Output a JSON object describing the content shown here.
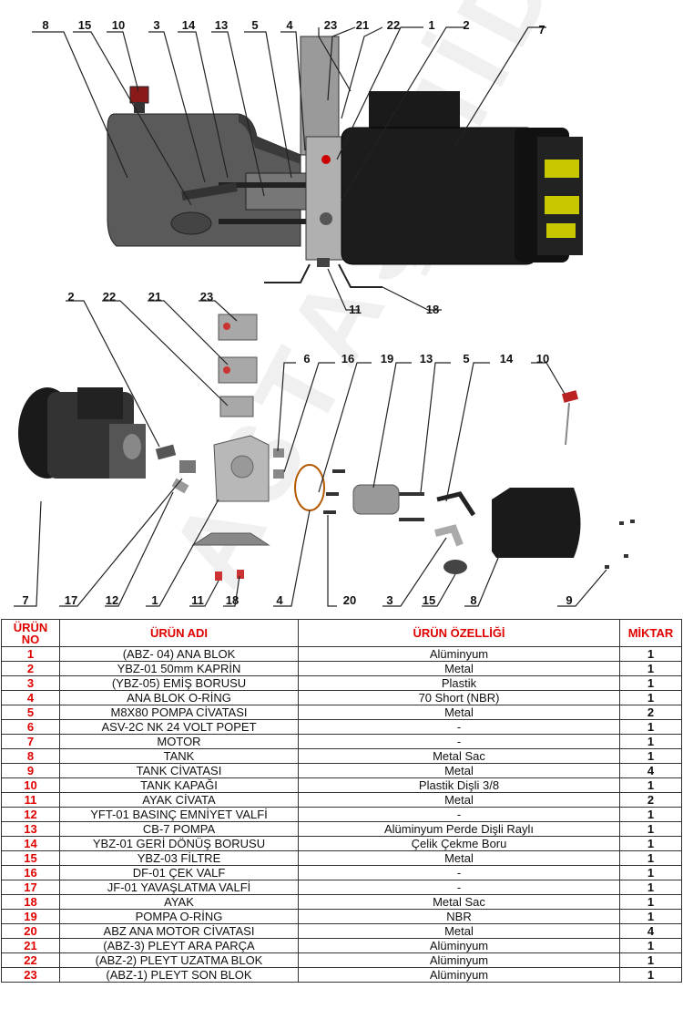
{
  "watermark": "ASTAŞ HİDROLİK",
  "top_callouts": [
    "8",
    "15",
    "10",
    "3",
    "14",
    "13",
    "5",
    "4",
    "23",
    "21",
    "22",
    "1",
    "2",
    "7",
    "11",
    "18"
  ],
  "mid_callouts": [
    "2",
    "22",
    "21",
    "23",
    "6",
    "16",
    "19",
    "13",
    "5",
    "14",
    "10"
  ],
  "bottom_callouts": [
    "7",
    "17",
    "12",
    "1",
    "11",
    "18",
    "4",
    "20",
    "3",
    "15",
    "8",
    "9"
  ],
  "table": {
    "headers": {
      "no": "ÜRÜN\nNO",
      "name": "ÜRÜN ADI",
      "spec": "ÜRÜN ÖZELLİĞİ",
      "qty": "MİKTAR"
    },
    "rows": [
      {
        "no": "1",
        "name": "(ABZ- 04) ANA BLOK",
        "spec": "Alüminyum",
        "qty": "1"
      },
      {
        "no": "2",
        "name": "YBZ-01 50mm KAPRİN",
        "spec": "Metal",
        "qty": "1"
      },
      {
        "no": "3",
        "name": "(YBZ-05) EMİŞ BORUSU",
        "spec": "Plastik",
        "qty": "1"
      },
      {
        "no": "4",
        "name": "ANA BLOK O-RİNG",
        "spec": "70 Short (NBR)",
        "qty": "1"
      },
      {
        "no": "5",
        "name": "M8X80 POMPA CİVATASI",
        "spec": "Metal",
        "qty": "2"
      },
      {
        "no": "6",
        "name": "ASV-2C NK 24 VOLT POPET",
        "spec": "-",
        "qty": "1"
      },
      {
        "no": "7",
        "name": "MOTOR",
        "spec": "-",
        "qty": "1"
      },
      {
        "no": "8",
        "name": "TANK",
        "spec": "Metal Sac",
        "qty": "1"
      },
      {
        "no": "9",
        "name": "TANK CİVATASI",
        "spec": "Metal",
        "qty": "4"
      },
      {
        "no": "10",
        "name": "TANK KAPAĞI",
        "spec": "Plastik Dişli 3/8",
        "qty": "1"
      },
      {
        "no": "11",
        "name": "AYAK CİVATA",
        "spec": "Metal",
        "qty": "2"
      },
      {
        "no": "12",
        "name": "YFT-01 BASINÇ EMNİYET VALFİ",
        "spec": "-",
        "qty": "1"
      },
      {
        "no": "13",
        "name": "CB-7 POMPA",
        "spec": "Alüminyum Perde Dişli Raylı",
        "qty": "1"
      },
      {
        "no": "14",
        "name": "YBZ-01 GERİ DÖNÜŞ BORUSU",
        "spec": "Çelik Çekme Boru",
        "qty": "1"
      },
      {
        "no": "15",
        "name": "YBZ-03 FİLTRE",
        "spec": "Metal",
        "qty": "1"
      },
      {
        "no": "16",
        "name": "DF-01 ÇEK VALF",
        "spec": "-",
        "qty": "1"
      },
      {
        "no": "17",
        "name": "JF-01 YAVAŞLATMA VALFİ",
        "spec": "-",
        "qty": "1"
      },
      {
        "no": "18",
        "name": "AYAK",
        "spec": "Metal Sac",
        "qty": "1"
      },
      {
        "no": "19",
        "name": "POMPA O-RİNG",
        "spec": "NBR",
        "qty": "1"
      },
      {
        "no": "20",
        "name": "ABZ ANA MOTOR CİVATASI",
        "spec": "Metal",
        "qty": "4"
      },
      {
        "no": "21",
        "name": "(ABZ-3) PLEYT ARA PARÇA",
        "spec": "Alüminyum",
        "qty": "1"
      },
      {
        "no": "22",
        "name": "(ABZ-2) PLEYT UZATMA BLOK",
        "spec": "Alüminyum",
        "qty": "1"
      },
      {
        "no": "23",
        "name": "(ABZ-1) PLEYT SON BLOK",
        "spec": "Alüminyum",
        "qty": "1"
      }
    ]
  },
  "colors": {
    "accent_red": "#e00000",
    "tank_gray": "#555555",
    "motor_black": "#1a1a1a",
    "alu_gray": "#a8a8a8",
    "bolt_yellow": "#c8c800"
  }
}
